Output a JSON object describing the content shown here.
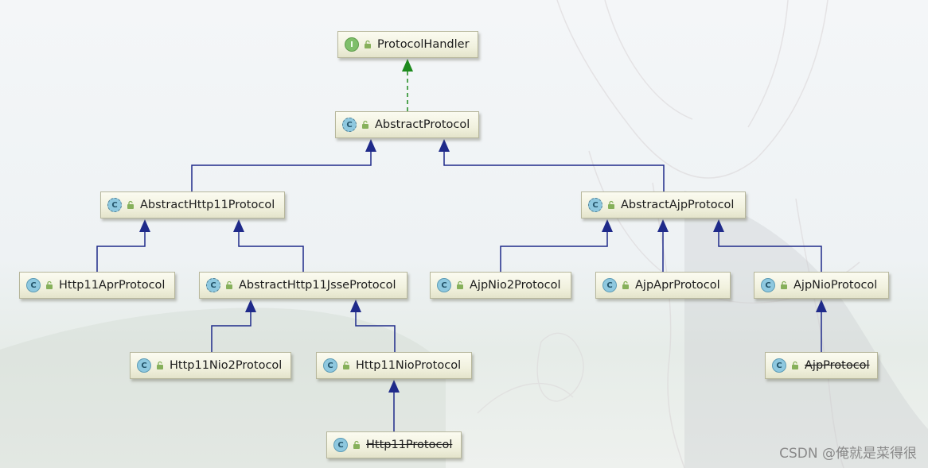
{
  "nodes": [
    {
      "id": "protocol_handler",
      "label": "ProtocolHandler",
      "kind": "interface",
      "kind_letter": "I",
      "deprecated": false
    },
    {
      "id": "abstract_protocol",
      "label": "AbstractProtocol",
      "kind": "abstract-class",
      "kind_letter": "C",
      "deprecated": false
    },
    {
      "id": "abstract_http11_protocol",
      "label": "AbstractHttp11Protocol",
      "kind": "abstract-class",
      "kind_letter": "C",
      "deprecated": false
    },
    {
      "id": "abstract_ajp_protocol",
      "label": "AbstractAjpProtocol",
      "kind": "abstract-class",
      "kind_letter": "C",
      "deprecated": false
    },
    {
      "id": "http11_apr_protocol",
      "label": "Http11AprProtocol",
      "kind": "class",
      "kind_letter": "C",
      "deprecated": false
    },
    {
      "id": "abstract_http11_jsse_protocol",
      "label": "AbstractHttp11JsseProtocol",
      "kind": "abstract-class",
      "kind_letter": "C",
      "deprecated": false
    },
    {
      "id": "ajp_nio2_protocol",
      "label": "AjpNio2Protocol",
      "kind": "class",
      "kind_letter": "C",
      "deprecated": false
    },
    {
      "id": "ajp_apr_protocol",
      "label": "AjpAprProtocol",
      "kind": "class",
      "kind_letter": "C",
      "deprecated": false
    },
    {
      "id": "ajp_nio_protocol",
      "label": "AjpNioProtocol",
      "kind": "class",
      "kind_letter": "C",
      "deprecated": false
    },
    {
      "id": "http11_nio2_protocol",
      "label": "Http11Nio2Protocol",
      "kind": "class",
      "kind_letter": "C",
      "deprecated": false
    },
    {
      "id": "http11_nio_protocol",
      "label": "Http11NioProtocol",
      "kind": "class",
      "kind_letter": "C",
      "deprecated": false
    },
    {
      "id": "ajp_protocol",
      "label": "AjpProtocol",
      "kind": "class",
      "kind_letter": "C",
      "deprecated": true
    },
    {
      "id": "http11_protocol",
      "label": "Http11Protocol",
      "kind": "class",
      "kind_letter": "C",
      "deprecated": true
    }
  ],
  "edges": [
    {
      "from": "abstract_protocol",
      "to": "protocol_handler",
      "type": "implements"
    },
    {
      "from": "abstract_http11_protocol",
      "to": "abstract_protocol",
      "type": "extends"
    },
    {
      "from": "abstract_ajp_protocol",
      "to": "abstract_protocol",
      "type": "extends"
    },
    {
      "from": "http11_apr_protocol",
      "to": "abstract_http11_protocol",
      "type": "extends"
    },
    {
      "from": "abstract_http11_jsse_protocol",
      "to": "abstract_http11_protocol",
      "type": "extends"
    },
    {
      "from": "ajp_nio2_protocol",
      "to": "abstract_ajp_protocol",
      "type": "extends"
    },
    {
      "from": "ajp_apr_protocol",
      "to": "abstract_ajp_protocol",
      "type": "extends"
    },
    {
      "from": "ajp_nio_protocol",
      "to": "abstract_ajp_protocol",
      "type": "extends"
    },
    {
      "from": "http11_nio2_protocol",
      "to": "abstract_http11_jsse_protocol",
      "type": "extends"
    },
    {
      "from": "http11_nio_protocol",
      "to": "abstract_http11_jsse_protocol",
      "type": "extends"
    },
    {
      "from": "ajp_protocol",
      "to": "ajp_nio_protocol",
      "type": "extends"
    },
    {
      "from": "http11_protocol",
      "to": "http11_nio_protocol",
      "type": "extends"
    }
  ],
  "colors": {
    "extends_edge": "#1f2a8a",
    "implements_edge": "#1d8a1d",
    "node_border": "#b7b79c"
  },
  "watermark": "CSDN @俺就是菜得很"
}
